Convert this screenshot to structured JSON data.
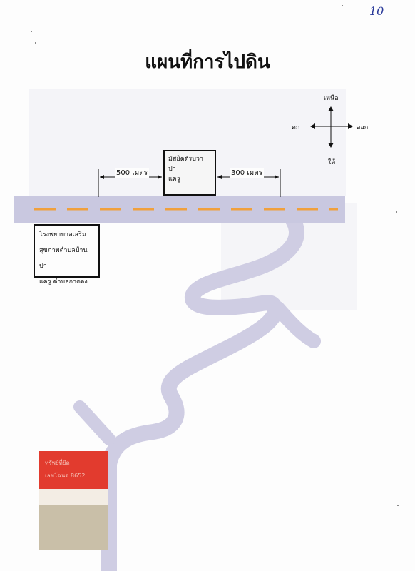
{
  "page_number": "10",
  "title": "แผนที่การไปดิน",
  "compass": {
    "north": "เหนือ",
    "south": "ใต้",
    "east": "ออก",
    "west": "ตก"
  },
  "distances": {
    "left": "500 เมตร",
    "right": "300 เมตร"
  },
  "temple": {
    "line1": "มัสยิดตัรบวา ปา",
    "line2": "แครู"
  },
  "hospital": {
    "line1": "โรงพยาบาลเสริม",
    "line2": "สุขภาพตำบลบ้านปา",
    "line3": "แครู ตำบลกาดอง"
  },
  "stamp": {
    "line1": "ทรัพย์ที่ยึด",
    "line2": "เลขโฉนด 8652"
  },
  "colors": {
    "road": "#c9c8e0",
    "river": "#cfcde3",
    "road_dash": "#f0a03c",
    "stamp_red": "#e23b2e"
  }
}
